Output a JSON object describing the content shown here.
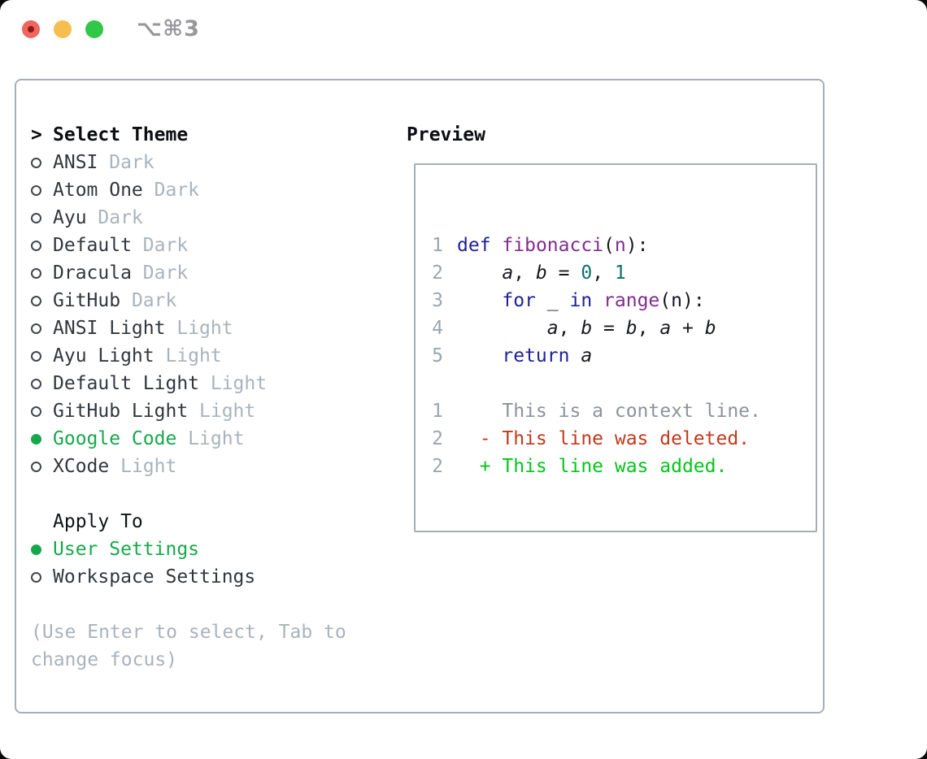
{
  "window": {
    "shortcut": "⌥⌘3"
  },
  "colors": {
    "kw": "#1E2296",
    "fn": "#812D8D",
    "num": "#0E6F6F",
    "id": "#17191E",
    "pl": "#17191E",
    "gutter": "#9AA6B0",
    "context": "#8C939A",
    "deleted": "#C03A1E",
    "added": "#06C41C",
    "selected_green": "#17A84B",
    "text_dark": "#32373D",
    "muted": "#A9B3BD",
    "border": "#A6AEB6",
    "title": "#0B0D10"
  },
  "theme_selector": {
    "prompt": ">",
    "title": "Select Theme",
    "items": [
      {
        "name": "ANSI",
        "variant": "Dark",
        "selected": false
      },
      {
        "name": "Atom One",
        "variant": "Dark",
        "selected": false
      },
      {
        "name": "Ayu",
        "variant": "Dark",
        "selected": false
      },
      {
        "name": "Default",
        "variant": "Dark",
        "selected": false
      },
      {
        "name": "Dracula",
        "variant": "Dark",
        "selected": false
      },
      {
        "name": "GitHub",
        "variant": "Dark",
        "selected": false
      },
      {
        "name": "ANSI Light",
        "variant": "Light",
        "selected": false
      },
      {
        "name": "Ayu Light",
        "variant": "Light",
        "selected": false
      },
      {
        "name": "Default Light",
        "variant": "Light",
        "selected": false
      },
      {
        "name": "GitHub Light",
        "variant": "Light",
        "selected": false
      },
      {
        "name": "Google Code",
        "variant": "Light",
        "selected": true
      },
      {
        "name": "XCode",
        "variant": "Light",
        "selected": false
      }
    ]
  },
  "apply_to": {
    "title": "Apply To",
    "options": [
      {
        "label": "User Settings",
        "selected": true
      },
      {
        "label": "Workspace Settings",
        "selected": false
      }
    ]
  },
  "help_text": "(Use Enter to select, Tab to change focus)",
  "preview": {
    "title": "Preview",
    "code_lines": [
      {
        "num": "1",
        "tokens": [
          [
            "def",
            "kw"
          ],
          [
            " ",
            "pl"
          ],
          [
            "fibonacci",
            "fn"
          ],
          [
            "(",
            "pl"
          ],
          [
            "n",
            "fn"
          ],
          [
            "):",
            "pl"
          ]
        ]
      },
      {
        "num": "2",
        "tokens": [
          [
            "    ",
            "pl"
          ],
          [
            "a",
            "id"
          ],
          [
            ", ",
            "pl"
          ],
          [
            "b",
            "id"
          ],
          [
            " = ",
            "pl"
          ],
          [
            "0",
            "num"
          ],
          [
            ", ",
            "pl"
          ],
          [
            "1",
            "num"
          ]
        ]
      },
      {
        "num": "3",
        "tokens": [
          [
            "    ",
            "pl"
          ],
          [
            "for",
            "kw"
          ],
          [
            " _ ",
            "pl"
          ],
          [
            "in",
            "kw"
          ],
          [
            " ",
            "pl"
          ],
          [
            "range",
            "fn"
          ],
          [
            "(n):",
            "pl"
          ]
        ]
      },
      {
        "num": "4",
        "tokens": [
          [
            "        ",
            "pl"
          ],
          [
            "a",
            "id"
          ],
          [
            ", ",
            "pl"
          ],
          [
            "b",
            "id"
          ],
          [
            " = ",
            "pl"
          ],
          [
            "b",
            "id"
          ],
          [
            ", ",
            "pl"
          ],
          [
            "a",
            "id"
          ],
          [
            " + ",
            "pl"
          ],
          [
            "b",
            "id"
          ]
        ]
      },
      {
        "num": "5",
        "tokens": [
          [
            "    ",
            "pl"
          ],
          [
            "return",
            "kw"
          ],
          [
            " ",
            "pl"
          ],
          [
            "a",
            "id"
          ]
        ]
      }
    ],
    "diff_lines": [
      {
        "num": "1",
        "text": "    This is a context line.",
        "type": "context"
      },
      {
        "num": "2",
        "text": "  - This line was deleted.",
        "type": "deleted"
      },
      {
        "num": "2",
        "text": "  + This line was added.",
        "type": "added"
      }
    ]
  }
}
